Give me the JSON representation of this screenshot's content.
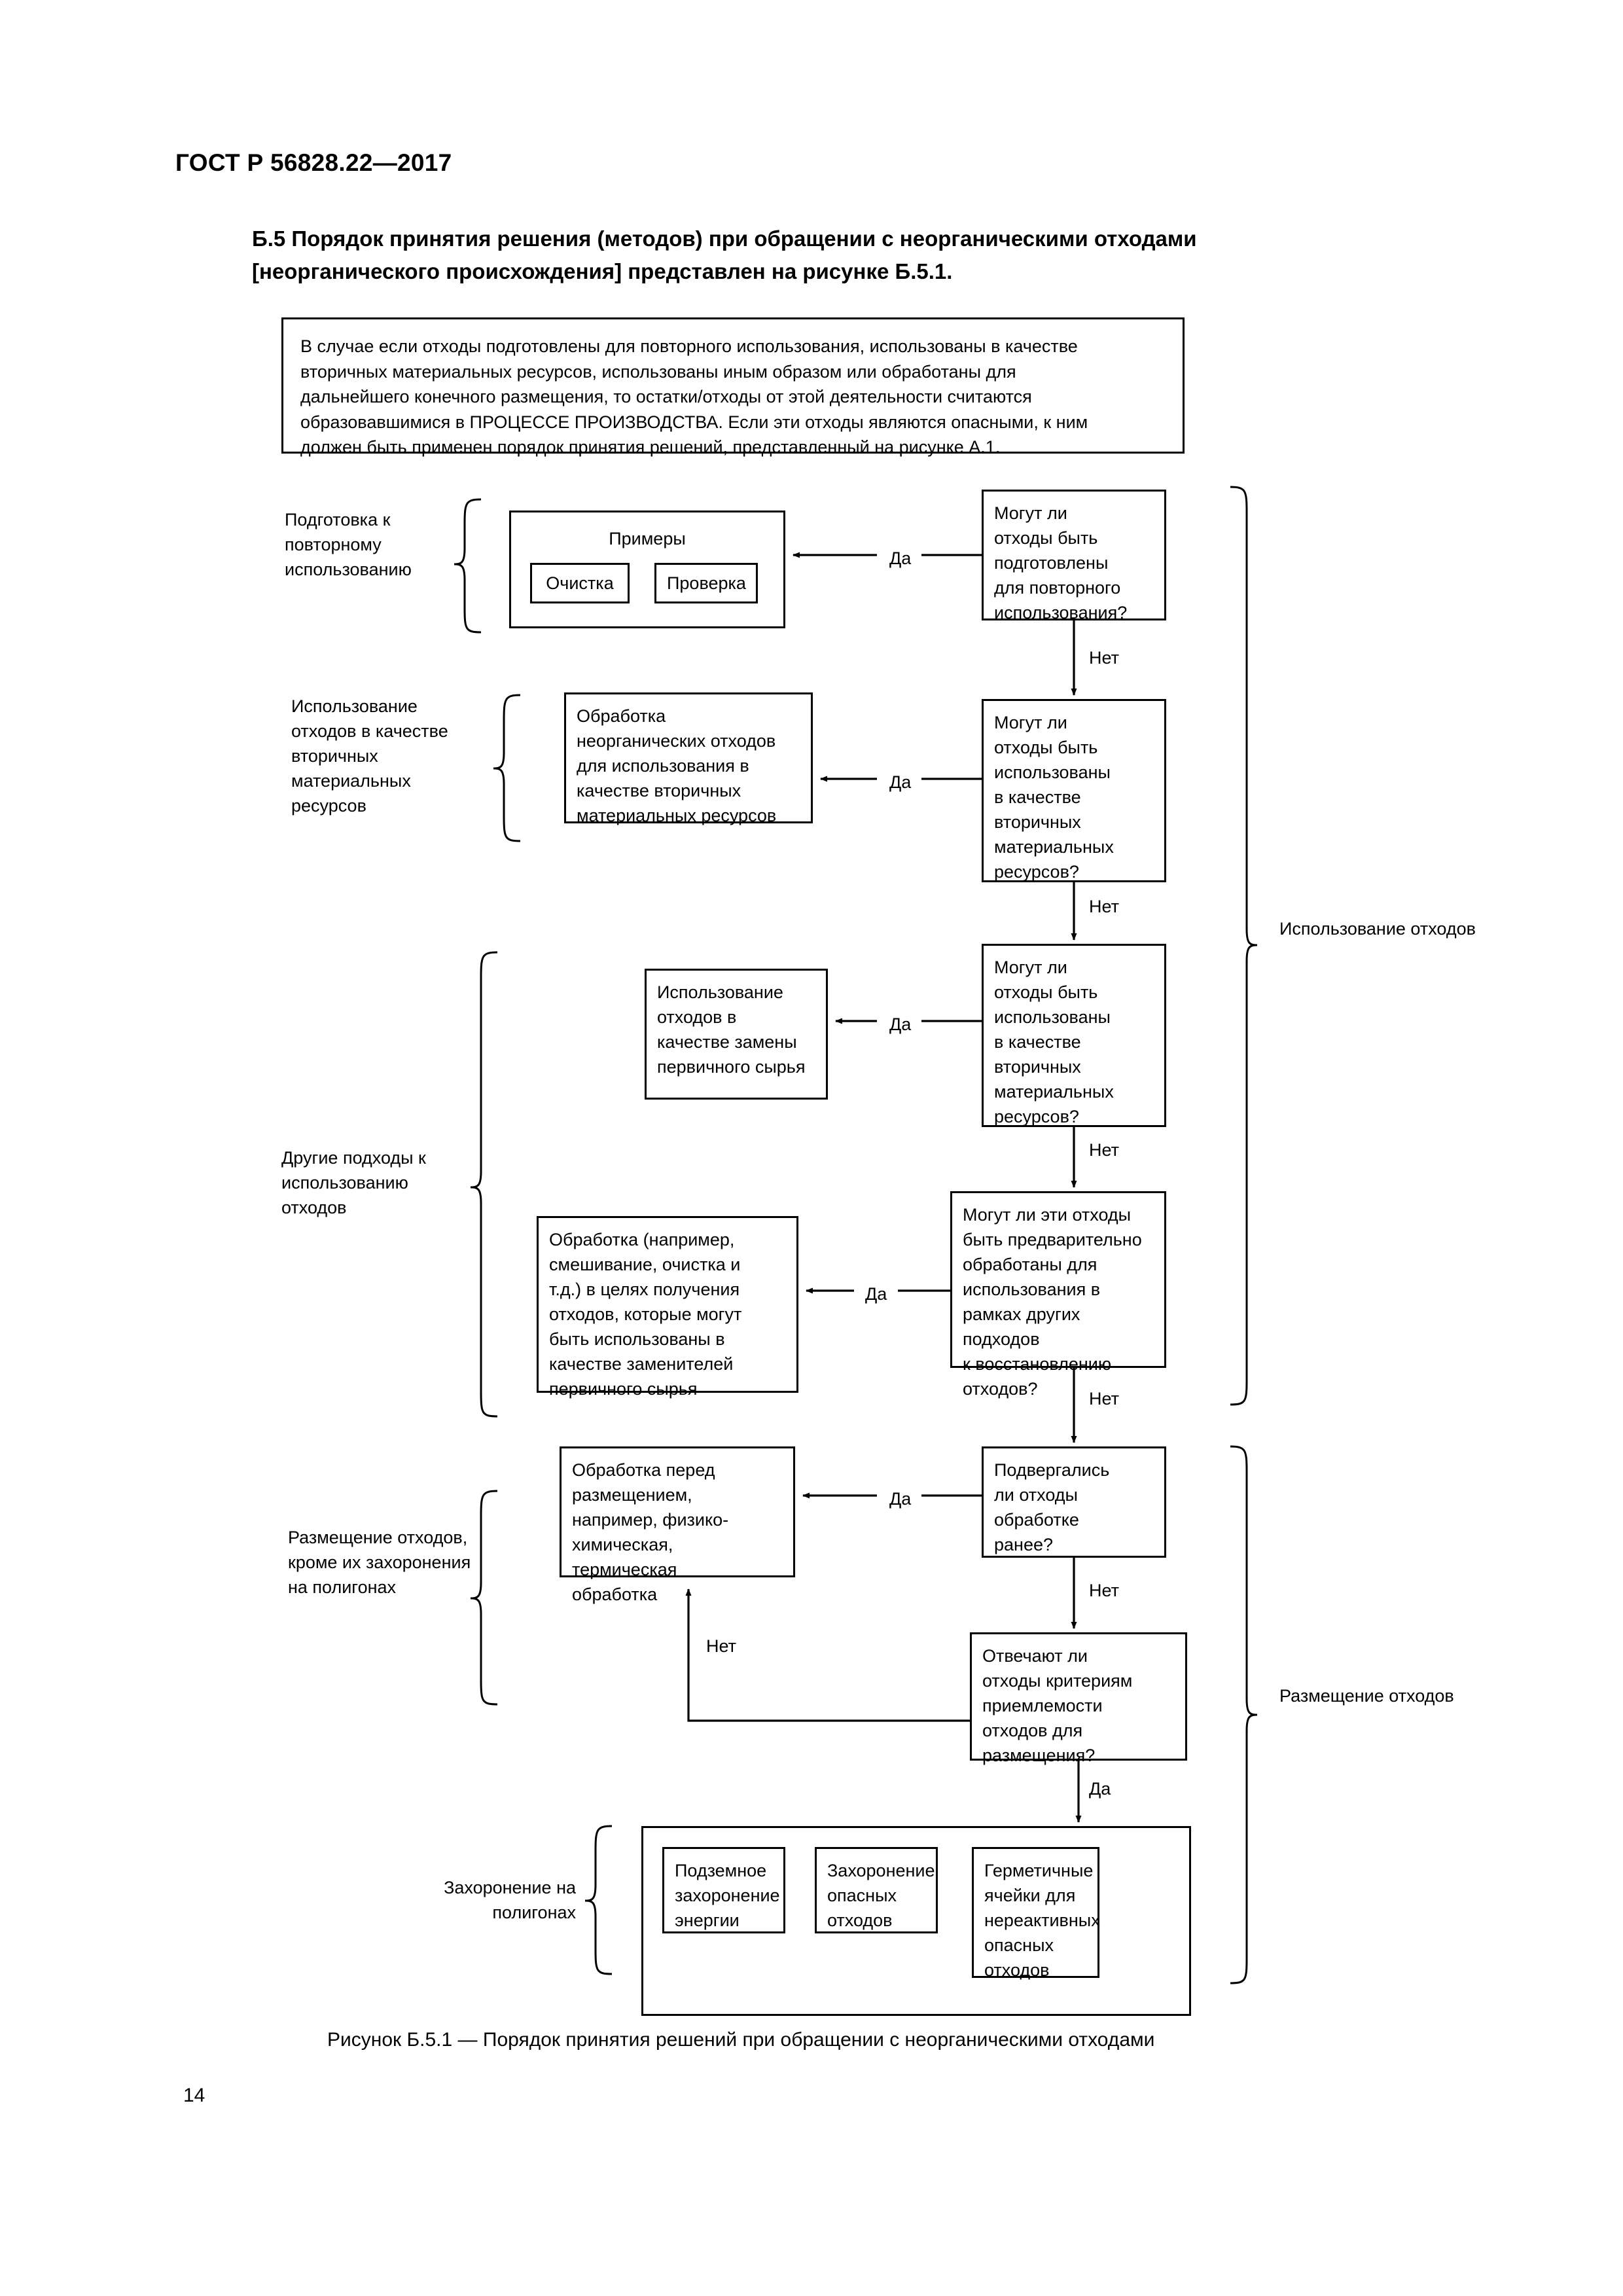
{
  "document": {
    "header": "ГОСТ Р 56828.22—2017",
    "page_number": "14",
    "section_heading_line1": "Б.5 Порядок принятия решения (методов) при обращении с неорганическими отходами",
    "section_heading_line2": "[неорганического происхождения] представлен на рисунке Б.5.1.",
    "caption": "Рисунок Б.5.1 — Порядок принятия решений при обращении с неорганическими отходами"
  },
  "note": {
    "line1": "В случае если отходы подготовлены для повторного использования, использованы в качестве",
    "line2": "вторичных материальных ресурсов, использованы иным образом или обработаны для",
    "line3": "дальнейшего конечного размещения, то остатки/отходы от этой деятельности считаются",
    "line4": "образовавшимися в ПРОЦЕССЕ ПРОИЗВОДСТВА. Если эти отходы являются опасными, к ним",
    "line5": "должен быть применен порядок принятия решений, представленный на рисунке А.1."
  },
  "labels": {
    "yes": "Да",
    "no": "Нет"
  },
  "left_group_labels": [
    {
      "id": "prep-reuse",
      "text": "Подготовка к\nповторному\nиспользованию"
    },
    {
      "id": "secondary-resources",
      "text": "Использование\nотходов в\nкачестве\nвторичных\nматериальных\nресурсов"
    },
    {
      "id": "other-approaches",
      "text": "Другие подходы\nк использованию\nотходов"
    },
    {
      "id": "disposal-not-landfill",
      "text": "Размещение\nотходов, кроме\nих захоронения\nна полигонах"
    },
    {
      "id": "landfill",
      "text": "Захоронение\nна полигонах"
    }
  ],
  "right_group_labels": [
    {
      "id": "waste-use",
      "text": "Использование\nотходов"
    },
    {
      "id": "waste-disposal",
      "text": "Размещение\nотходов"
    }
  ],
  "examples_box": {
    "title": "Примеры",
    "items": [
      "Очистка",
      "Проверка"
    ]
  },
  "process_boxes": [
    {
      "id": "treat-for-secondary",
      "text": "Обработка\nнеорганических отходов\nдля использования в\nкачестве вторичных\nматериальных ресурсов"
    },
    {
      "id": "use-as-primary-substitute",
      "text": "Использование\nотходов в\nкачестве замены\nпервичного сырья"
    },
    {
      "id": "treat-to-get-substitutes",
      "text": "Обработка (например,\nсмешивание, очистка и\nт.д.) в целях получения\nотходов, которые могут\nбыть использованы в\nкачестве заменителей\nпервичного сырья"
    },
    {
      "id": "treat-before-disposal",
      "text": "Обработка перед\nразмещением,\nнапример, физико-\nхимическая, термическая\nобработка"
    }
  ],
  "decision_boxes": [
    {
      "id": "can-prepare-for-reuse",
      "text": "Могут ли\nотходы быть\nподготовлены\nдля повторного\nиспользования?"
    },
    {
      "id": "can-use-as-secondary-1",
      "text": "Могут ли\nотходы быть\nиспользованы\nв качестве\nвторичных\nматериальных\nресурсов?"
    },
    {
      "id": "can-use-as-secondary-2",
      "text": "Могут ли\nотходы быть\nиспользованы\nв качестве\nвторичных\nматериальных\nресурсов?"
    },
    {
      "id": "can-pretreat-for-other-recovery",
      "text": "Могут ли эти отходы\nбыть предварительно\nобработаны для\nиспользования в\nрамках других подходов\nк восстановлению\nотходов?"
    },
    {
      "id": "was-treated-before",
      "text": "Подвергались\nли отходы\nобработке\nранее?"
    },
    {
      "id": "meets-acceptance-criteria",
      "text": "Отвечают ли\nотходы критериям\nприемлемости\nотходов для\nразмещения?"
    }
  ],
  "landfill_boxes": [
    {
      "id": "underground-energy-storage",
      "text": "Подземное\nзахоронение\nэнергии"
    },
    {
      "id": "hazardous-landfill",
      "text": "Захоронение\nопасных\nотходов"
    },
    {
      "id": "sealed-cells",
      "text": "Герметичные\nячейки для\nнереактивных\nопасных\nотходов"
    }
  ]
}
